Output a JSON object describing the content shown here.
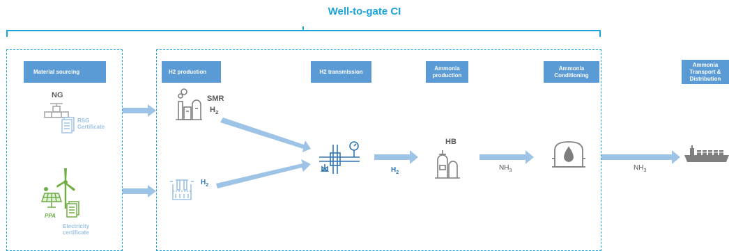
{
  "title": "Well-to-gate CI",
  "headers": {
    "material_sourcing": "Material sourcing",
    "h2_production": "H2 production",
    "h2_transmission": "H2 transmission",
    "ammonia_production": "Ammonia production",
    "ammonia_conditioning": "Ammonia Conditioning",
    "ammonia_transport": "Ammonia Transport & Distribution"
  },
  "labels": {
    "ng": "NG",
    "rsg_certificate_line1": "RSG",
    "rsg_certificate_line2": "Certificate",
    "smr": "SMR",
    "h2_formula": "H",
    "h2_sub": "2",
    "hb": "HB",
    "nh3_formula": "NH",
    "nh3_sub": "3",
    "ppa": "PPA",
    "electricity_certificate_line1": "Electricity",
    "electricity_certificate_line2": "certificate"
  },
  "colors": {
    "accent": "#1aa3db",
    "header_fill": "#5b9bd5",
    "arrow": "#9dc3e6",
    "icon_gray": "#7f7f7f",
    "green": "#70ad47"
  }
}
